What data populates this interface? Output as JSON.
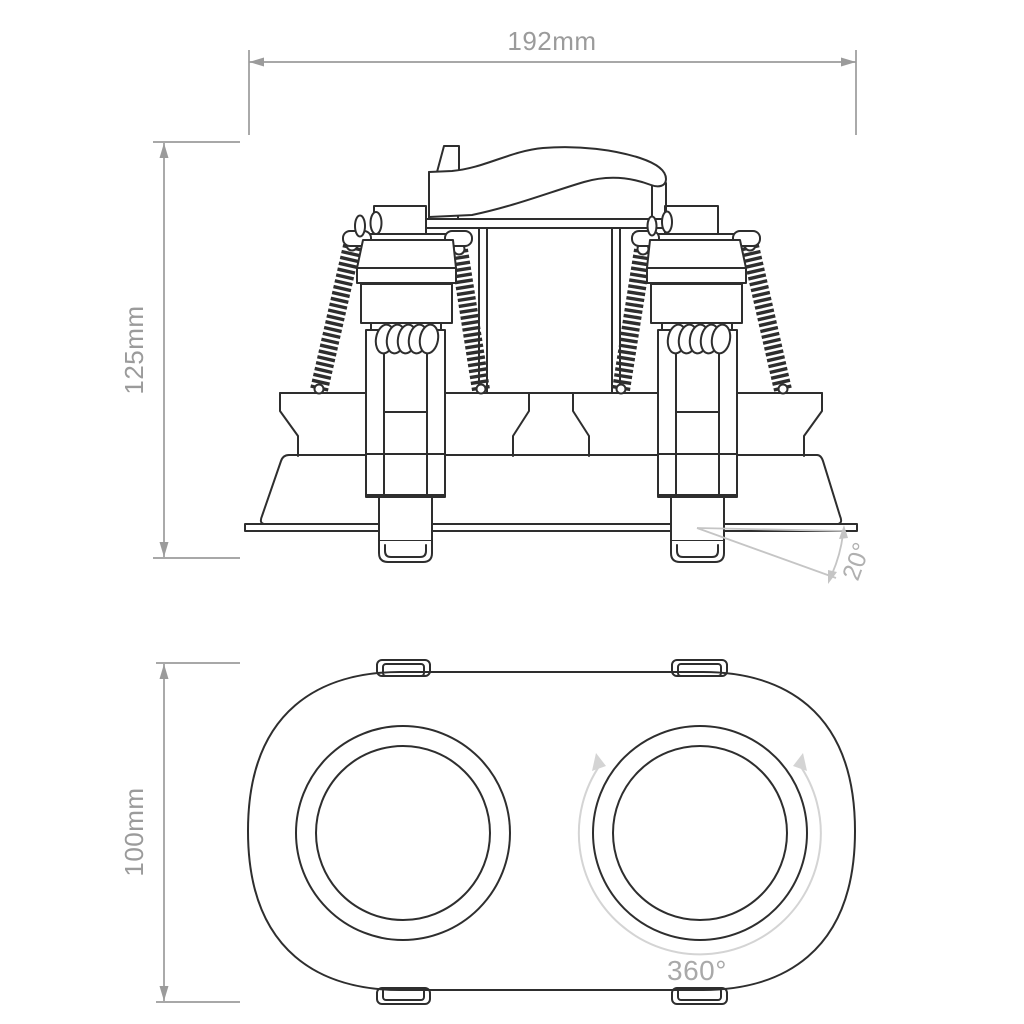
{
  "drawing": {
    "dimensions": {
      "width_label": "192mm",
      "height_label": "125mm",
      "plan_height_label": "100mm"
    },
    "angles": {
      "tilt_label": "20°",
      "rotation_label": "360°"
    },
    "colors": {
      "line": "#2e2e2e",
      "dimension": "#9b9b9b",
      "annotation": "#c5c5c5",
      "background": "#ffffff"
    }
  }
}
